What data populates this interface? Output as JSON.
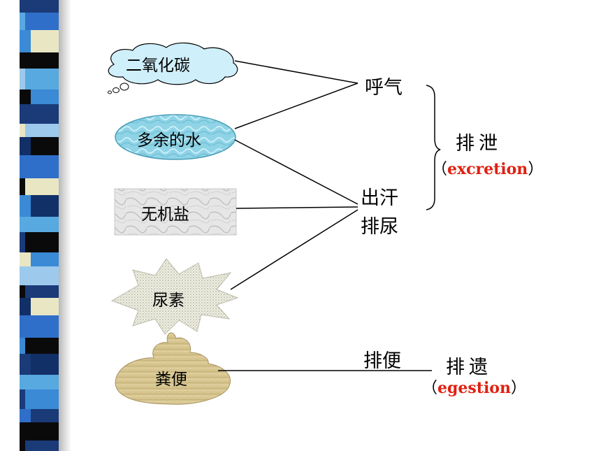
{
  "items": {
    "co2": "二氧化碳",
    "water": "多余的水",
    "salt": "无机盐",
    "urea": "尿素",
    "feces": "粪便"
  },
  "processes": {
    "breath": "呼气",
    "sweat": "出汗",
    "urine": "排尿",
    "defecate": "排便"
  },
  "categories": {
    "excretion": {
      "label": "排泄",
      "paren_open": "（",
      "english": "excretion",
      "paren_close": "）"
    },
    "egestion": {
      "label": "排遗",
      "paren_open": "（",
      "english": "egestion",
      "paren_close": "）"
    }
  },
  "colors": {
    "english_term": "#e02010",
    "cloud_fill": "#cfeffa",
    "water_fill": "#8fd3e6",
    "marble_fill": "#e4e4e4",
    "urea_fill": "#ededdf",
    "feces_fill": "#d7c590"
  }
}
